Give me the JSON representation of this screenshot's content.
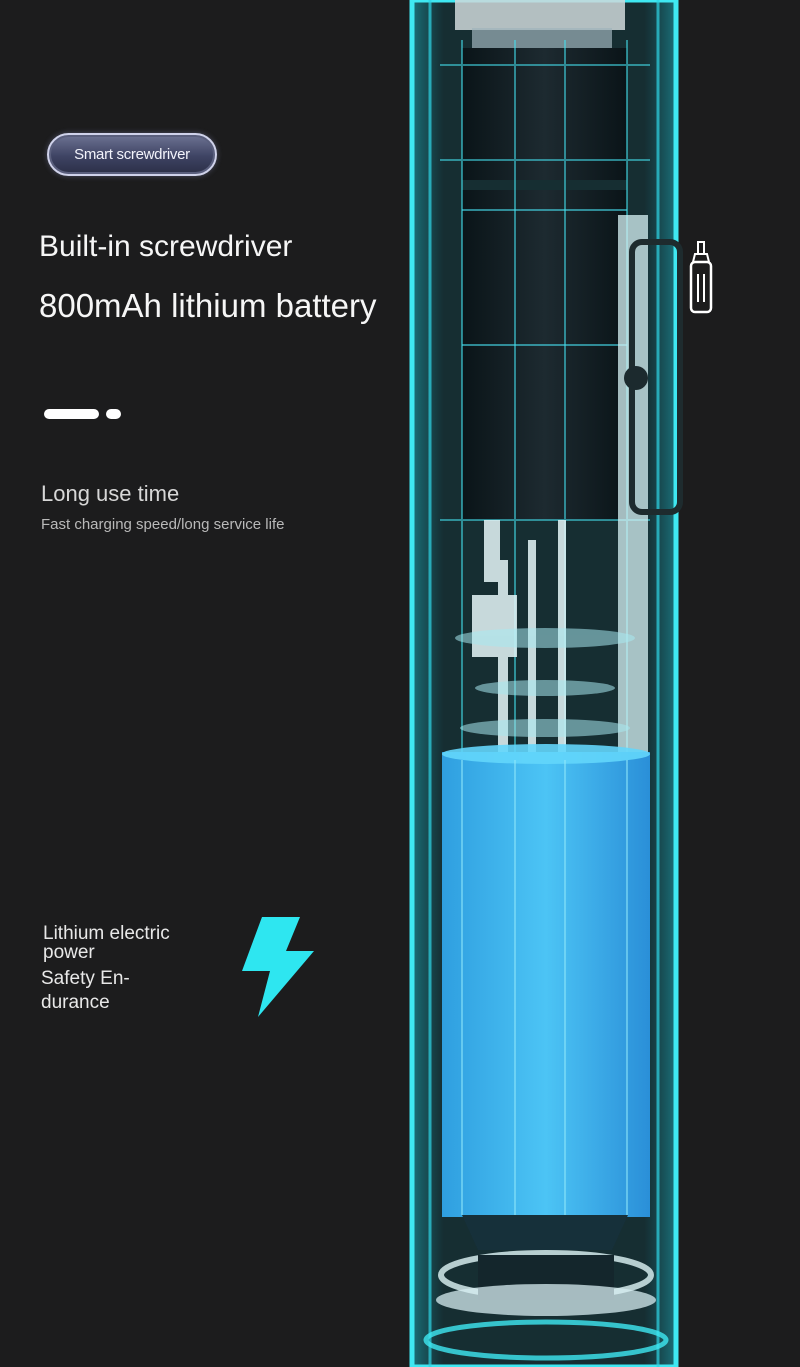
{
  "badge": {
    "label": "Smart screwdriver"
  },
  "headline": {
    "line1": "Built-in screwdriver",
    "line2": "800mAh lithium battery"
  },
  "feature": {
    "heading": "Long use time",
    "subheading": "Fast charging speed/long service life"
  },
  "power": {
    "line1": "Lithium electric power",
    "line2": "Safety En-durance"
  },
  "icons": {
    "bolt": "lightning-bolt-icon",
    "screwdriver": "screwdriver-icon"
  },
  "colors": {
    "background": "#1c1c1d",
    "accent_cyan": "#2ee6f0",
    "battery_blue": "#3ab6ee"
  }
}
